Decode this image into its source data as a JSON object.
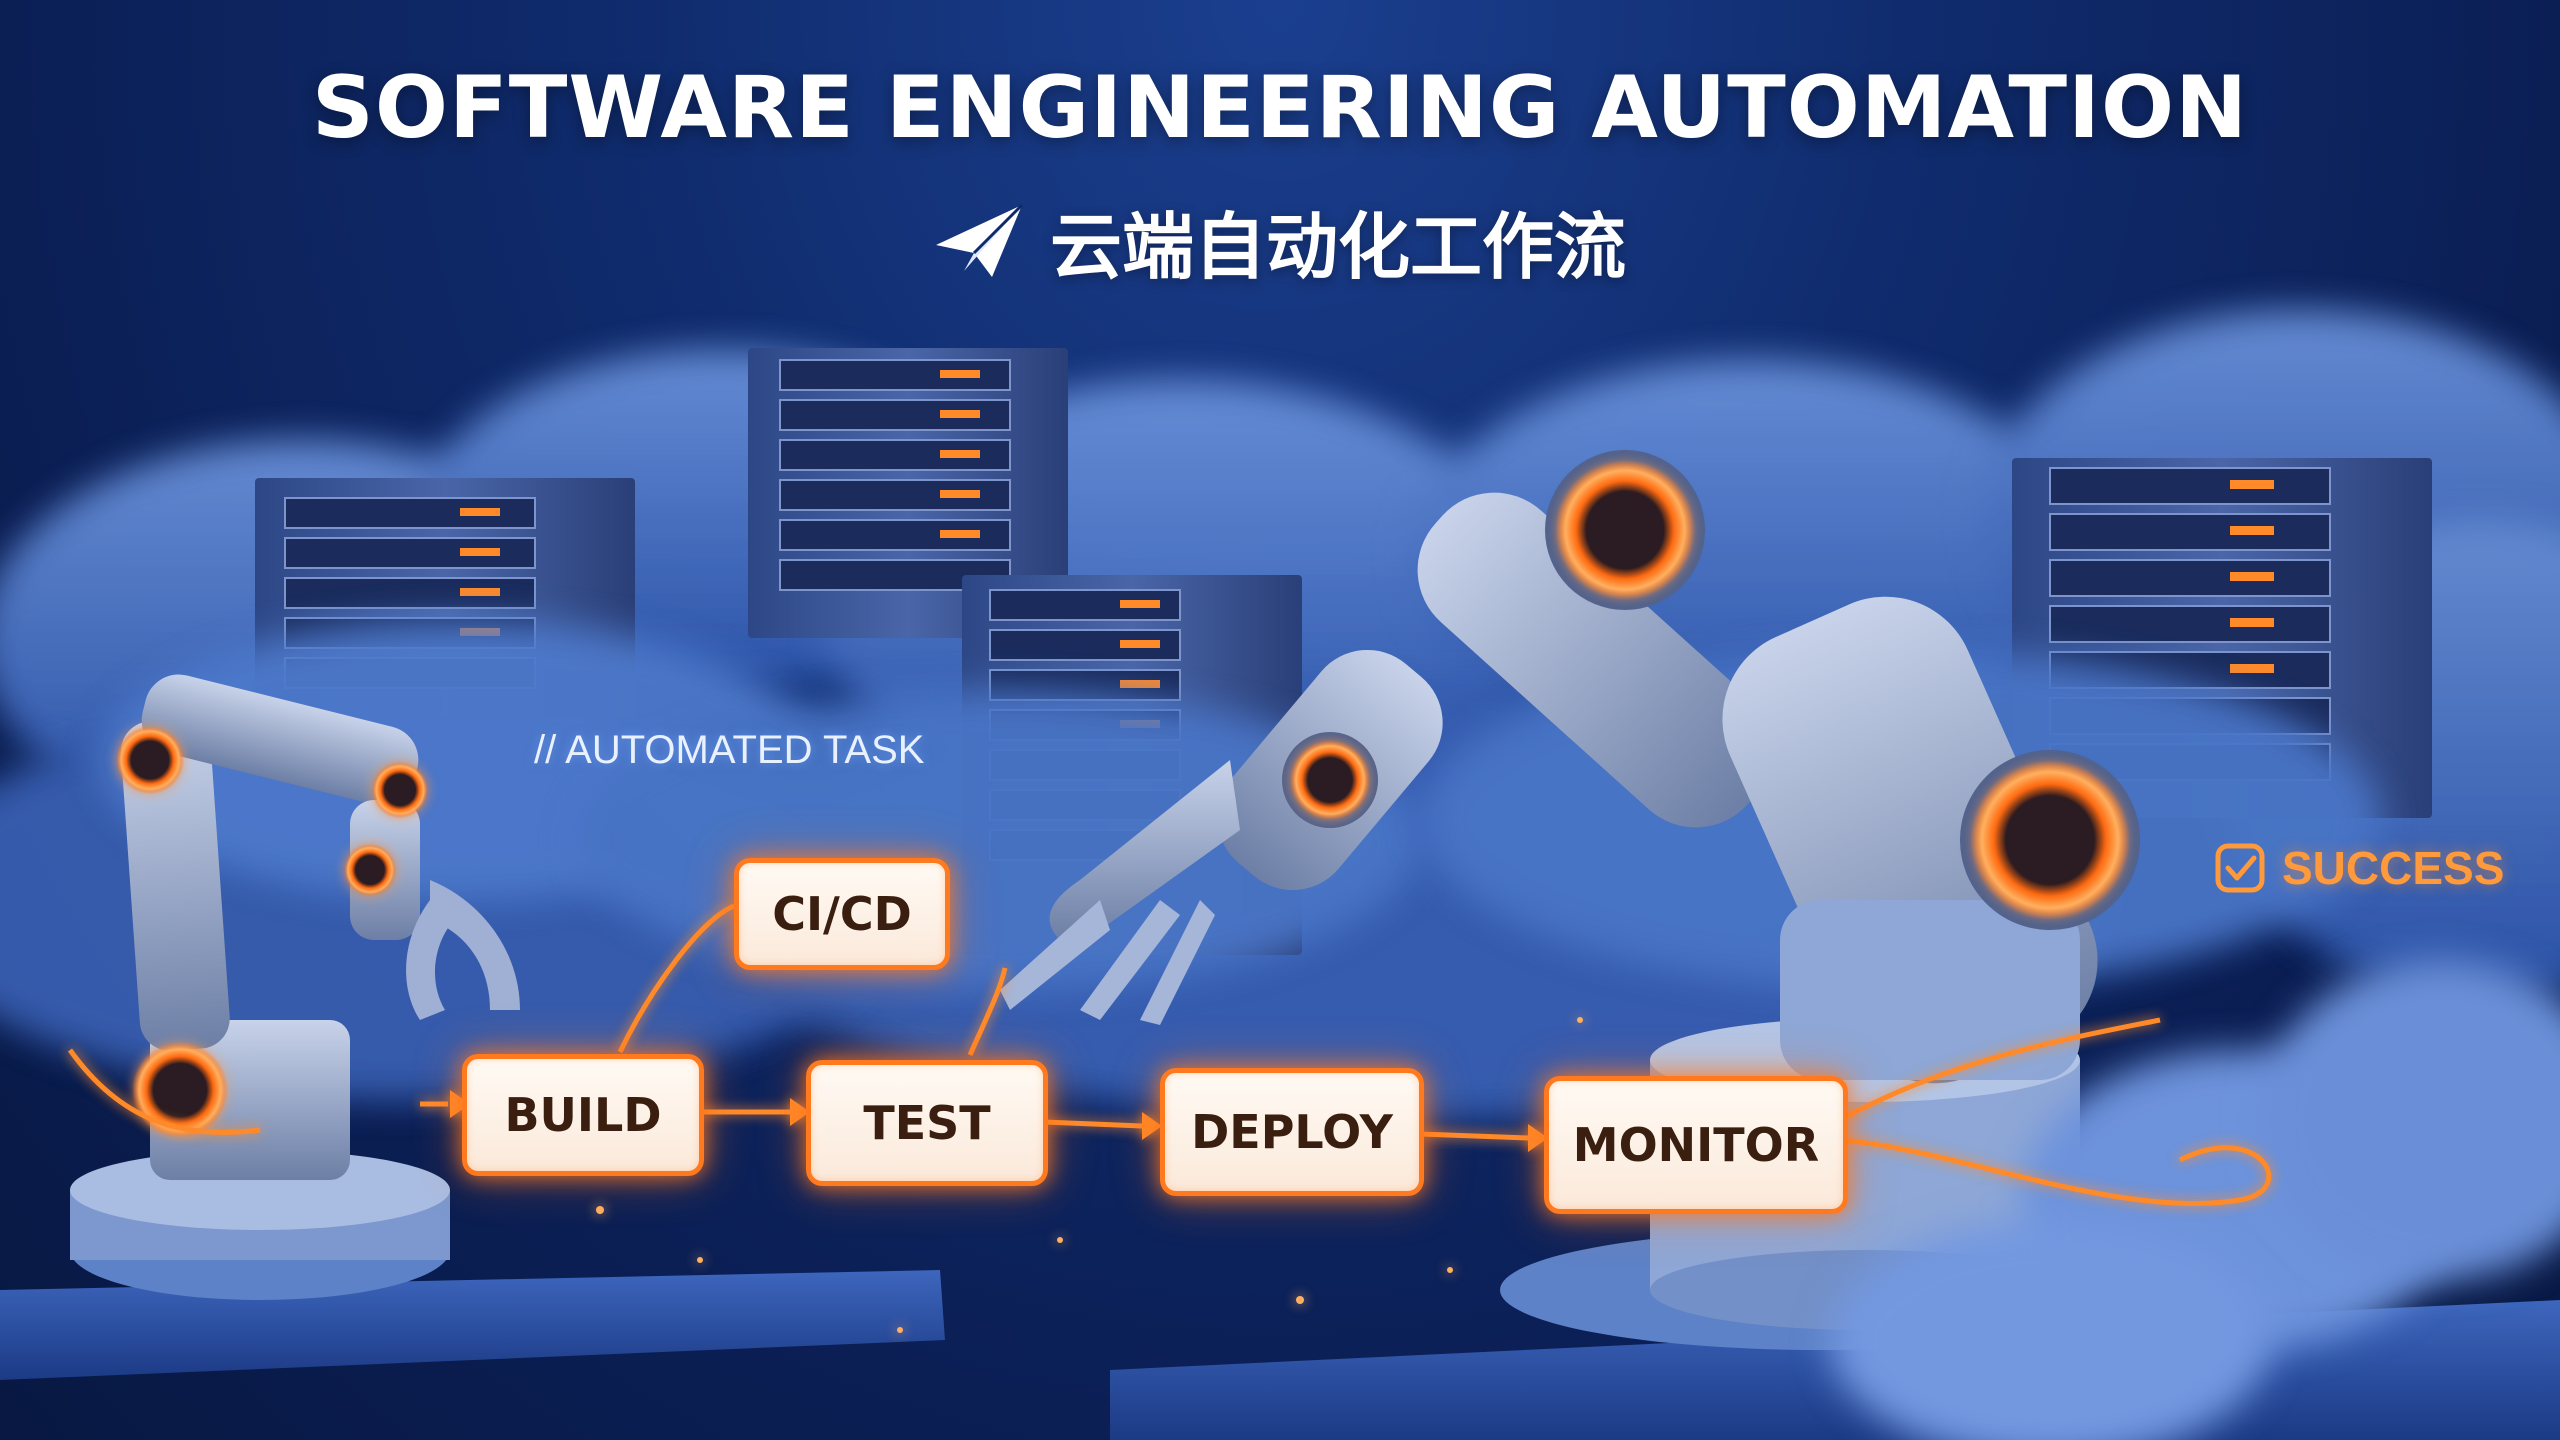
{
  "header": {
    "title": "SOFTWARE ENGINEERING  AUTOMATION",
    "subtitle": "云端自动化工作流",
    "subtitle_icon": "paper-plane-icon"
  },
  "annotations": {
    "automated_task": "// AUTOMATED TASK",
    "success": "SUCCESS",
    "success_icon": "check-badge-icon"
  },
  "pipeline": {
    "stages": [
      {
        "id": "cicd",
        "label": "CI/CD"
      },
      {
        "id": "build",
        "label": "BUILD"
      },
      {
        "id": "test",
        "label": "TEST"
      },
      {
        "id": "deploy",
        "label": "DEPLOY"
      },
      {
        "id": "monitor",
        "label": "MONITOR"
      }
    ]
  },
  "colors": {
    "accent_orange": "#ff7a1f",
    "background_blue": "#102c6e",
    "cloud_blue": "#4f79c9"
  }
}
